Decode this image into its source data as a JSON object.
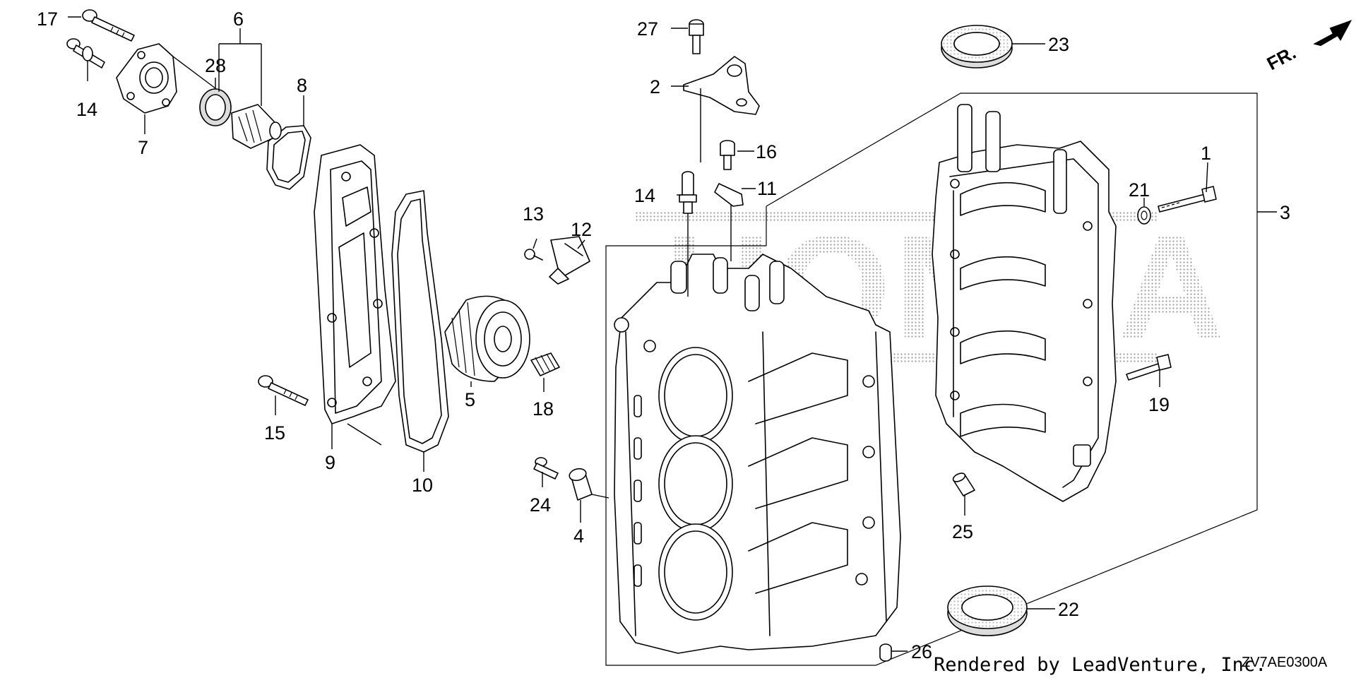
{
  "diagram": {
    "part_numbers": [
      "1",
      "2",
      "3",
      "4",
      "5",
      "6",
      "7",
      "8",
      "9",
      "10",
      "11",
      "12",
      "13",
      "14",
      "14",
      "15",
      "16",
      "17",
      "18",
      "19",
      "21",
      "22",
      "23",
      "24",
      "25",
      "26",
      "27",
      "28"
    ],
    "direction_label": "FR.",
    "credit": "Rendered by LeadVenture, Inc.",
    "diagram_code": "ZV7AE0300A",
    "watermark_text": "HONDA"
  }
}
